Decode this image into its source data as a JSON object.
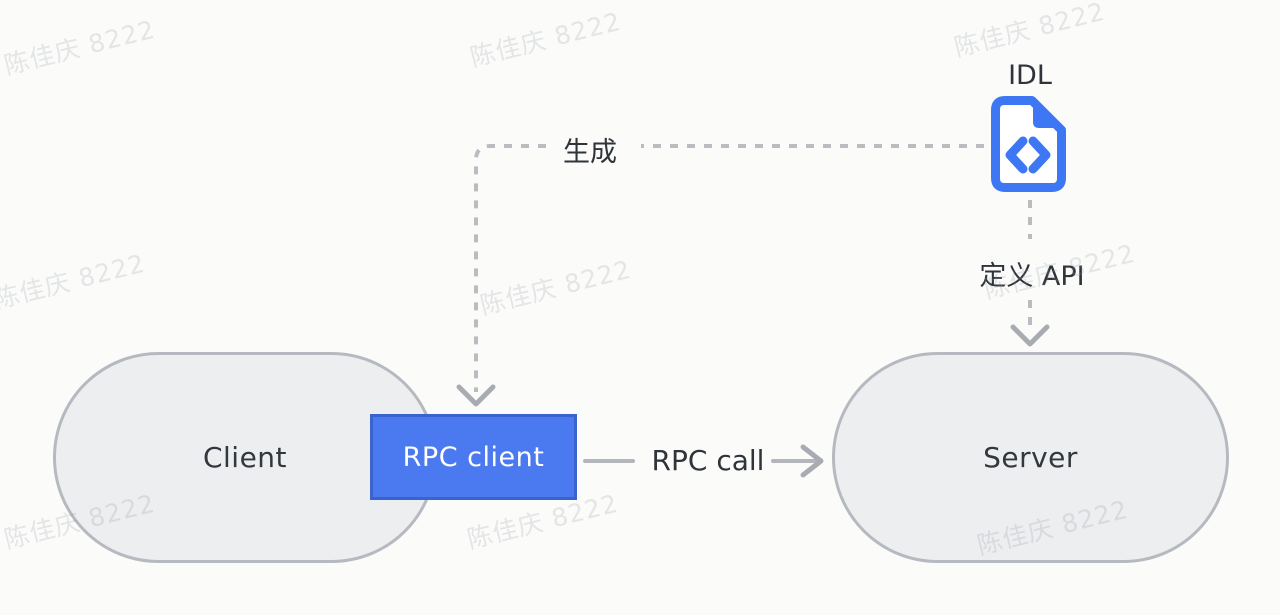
{
  "diagram": {
    "type": "rpc-architecture",
    "nodes": {
      "client": {
        "label": "Client",
        "shape": "stadium"
      },
      "rpc_client": {
        "label": "RPC client",
        "shape": "rect"
      },
      "server": {
        "label": "Server",
        "shape": "stadium"
      },
      "idl": {
        "label": "IDL",
        "icon": "code-file-icon"
      }
    },
    "edges": [
      {
        "from": "idl",
        "to": "rpc_client",
        "label": "生成",
        "style": "dashed-arrow"
      },
      {
        "from": "idl",
        "to": "server",
        "label": "定义 API",
        "style": "dashed-arrow"
      },
      {
        "from": "rpc_client",
        "to": "server",
        "label": "RPC call",
        "style": "solid-arrow"
      }
    ],
    "colors": {
      "accent_blue": "#4b7af0",
      "accent_blue_border": "#3a63ce",
      "icon_blue": "#3d77f3",
      "node_fill": "#edeef0",
      "node_border": "#b6bac0",
      "dashed_line_gray": "#b9bdc2",
      "arrow_gray": "#a8acb2",
      "text_dark": "#2f343a",
      "background": "#fbfbfa"
    },
    "watermark": {
      "text": "陈佳庆 8222"
    }
  }
}
